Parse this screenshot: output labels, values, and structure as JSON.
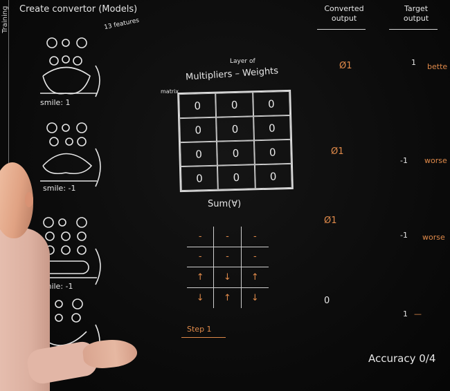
{
  "board": {
    "vertical_label": "Training",
    "heading": "Create convertor (Models)",
    "feature_note": "13 features",
    "header_converted": "Converted output",
    "header_target": "Target output",
    "smile_labels": [
      "smile: 1",
      "smile: -1",
      "smile: -1"
    ],
    "multiplier_label": "Multipliers – Weights",
    "layer_note": "Layer of",
    "matrix_note": "matrix",
    "sum_label": "Sum(∀)",
    "step_label": "Step 1",
    "accuracy": "Accuracy 0/4",
    "weights_grid": [
      "0",
      "0",
      "0",
      "0",
      "0",
      "0",
      "0",
      "0",
      "0",
      "0",
      "0",
      "0"
    ],
    "step_grid": [
      "-",
      "-",
      "-",
      "-",
      "-",
      "-",
      "↑",
      "↓",
      "↑",
      "↓",
      "↑",
      "↓"
    ],
    "converted_outputs": [
      "Ø1",
      "Ø1",
      "Ø1",
      "0"
    ],
    "target_outputs": [
      "1",
      "-1",
      "-1",
      "1"
    ],
    "target_words": [
      "bette",
      "worse",
      "worse",
      "—"
    ]
  }
}
